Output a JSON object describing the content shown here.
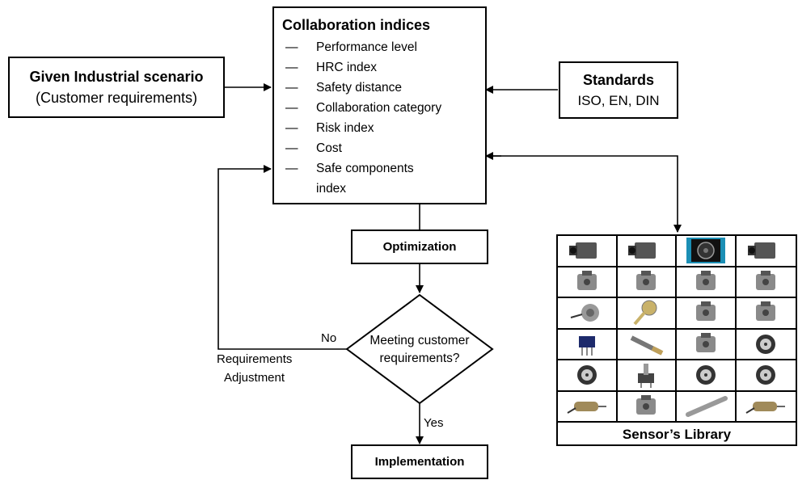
{
  "scenario": {
    "title": "Given Industrial scenario",
    "subtitle": "(Customer requirements)"
  },
  "indices": {
    "title": "Collaboration indices",
    "items": [
      "Performance level",
      "HRC index",
      "Safety distance",
      "Collaboration category",
      "Risk index",
      "Cost",
      "Safe components index"
    ]
  },
  "standards": {
    "title": "Standards",
    "subtitle": "ISO, EN, DIN"
  },
  "optimization": {
    "label": "Optimization"
  },
  "decision": {
    "line1": "Meeting customer",
    "line2": "requirements?"
  },
  "no_label": "No",
  "yes_label": "Yes",
  "adjust_label": {
    "line1": "Requirements",
    "line2": "Adjustment"
  },
  "implementation": {
    "label": "Implementation"
  },
  "library": {
    "label": "Sensor’s Library",
    "icons": [
      [
        "camera-icon",
        "camera-icon",
        "camera-lens-icon",
        "camera-icon"
      ],
      [
        "sensor-icon",
        "sensor-icon",
        "sensor-icon",
        "sensor-icon"
      ],
      [
        "load-cell-icon",
        "force-sensor-icon",
        "sensor-icon",
        "sensor-icon"
      ],
      [
        "chip-sensor-icon",
        "probe-sensor-icon",
        "sensor-icon",
        "encoder-icon"
      ],
      [
        "encoder-icon",
        "potentiometer-icon",
        "encoder-icon",
        "encoder-icon"
      ],
      [
        "motor-icon",
        "sensor-icon",
        "linear-sensor-icon",
        "motor-icon"
      ]
    ]
  }
}
